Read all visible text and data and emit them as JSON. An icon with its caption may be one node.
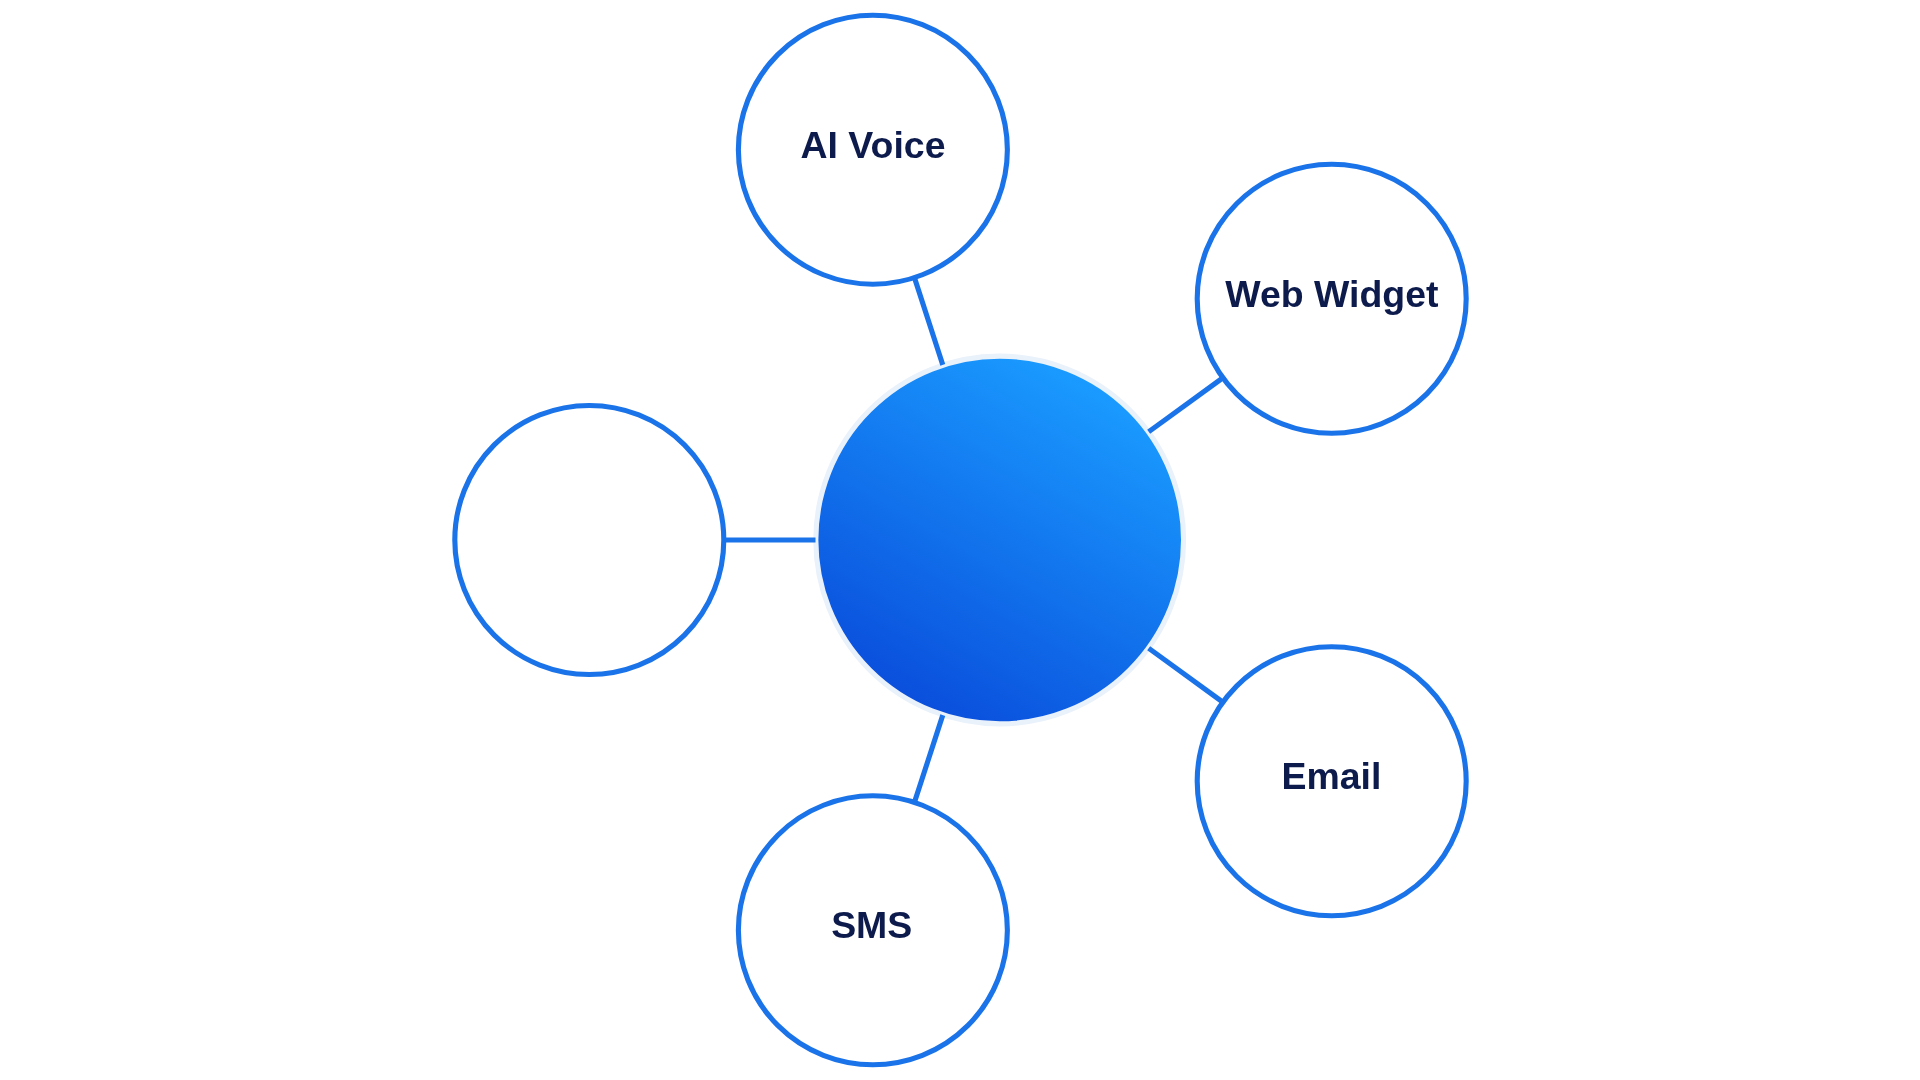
{
  "diagram": {
    "nodes": [
      {
        "text": [
          "AI Voice"
        ]
      },
      {
        "text": [],
        "shape": "circle"
      },
      {
        "text": [],
        "shape": "circle"
      },
      {
        "text": [
          "Web Widget"
        ]
      },
      {
        "text": [
          "SMS"
        ]
      },
      {
        "text": [
          "Email"
        ]
      }
    ],
    "edges": [
      {
        "from": 2,
        "to": 0,
        "arrow": "none"
      },
      {
        "from": 2,
        "to": 1,
        "arrow": "none"
      },
      {
        "from": 2,
        "to": 3,
        "arrow": "none"
      },
      {
        "from": 2,
        "to": 4,
        "arrow": "none"
      },
      {
        "from": 2,
        "to": 5,
        "arrow": "none"
      }
    ]
  }
}
